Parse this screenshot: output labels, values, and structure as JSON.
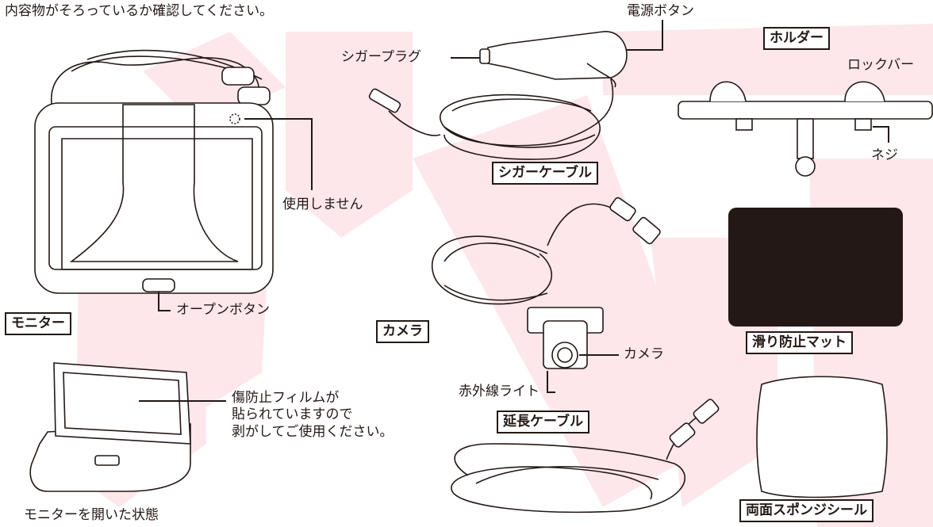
{
  "instruction": "内容物がそろっているか確認してください。",
  "watermark": "分解",
  "colors": {
    "watermark": "#fde7ea",
    "ink": "#231815",
    "mat": "#231815"
  },
  "labels": {
    "monitor_title": "モニター",
    "monitor_unused": "使用しません",
    "monitor_open_button": "オープンボタン",
    "film_note": [
      "傷防止フィルムが",
      "貼られていますので",
      "剥がしてご使用ください。"
    ],
    "monitor_open_state": "モニターを開いた状態",
    "cigar_plug": "シガープラグ",
    "power_button": "電源ボタン",
    "cigar_cable_title": "シガーケーブル",
    "holder_title": "ホルダー",
    "lock_bar": "ロックバー",
    "screw": "ネジ",
    "camera_title": "カメラ",
    "camera_label": "カメラ",
    "ir_light": "赤外線ライト",
    "extension_cable_title": "延長ケーブル",
    "antislip_mat_title": "滑り防止マット",
    "sponge_seal_title": "両面スポンジシール"
  }
}
